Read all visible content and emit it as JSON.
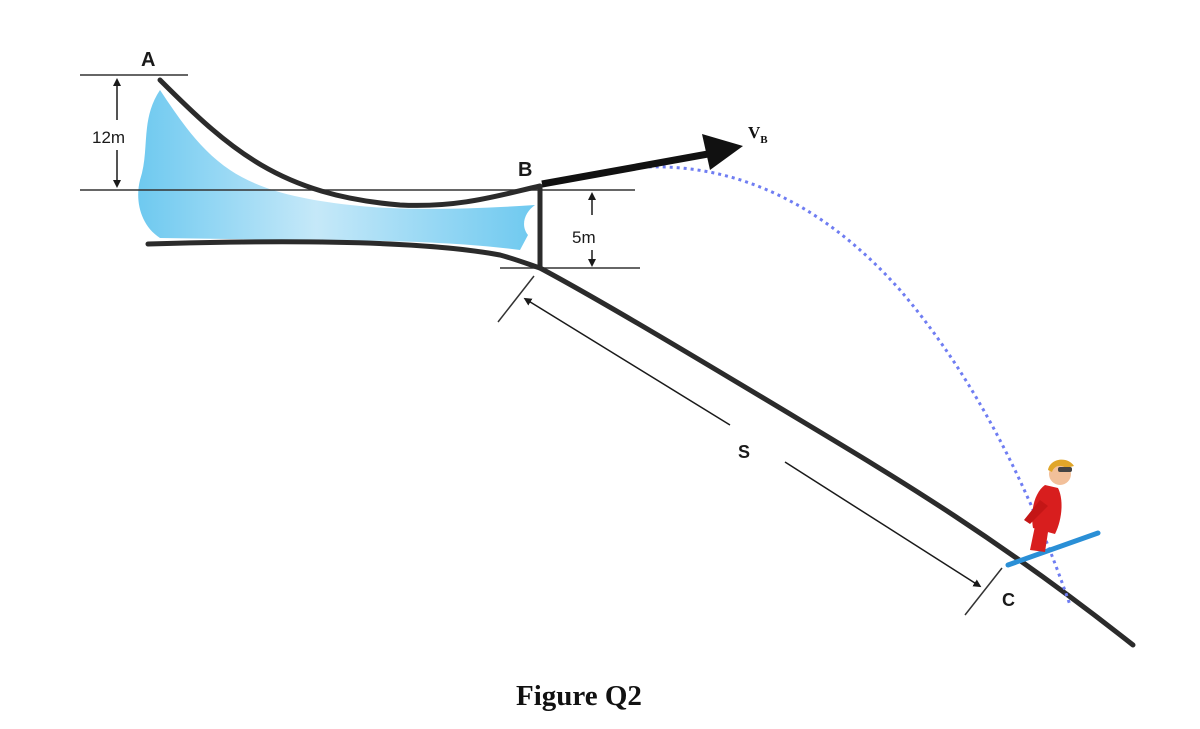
{
  "labels": {
    "point_a": "A",
    "point_b": "B",
    "point_c": "C",
    "velocity_main": "V",
    "velocity_sub": "B",
    "height_ab": "12m",
    "height_b": "5m",
    "slope_distance": "S"
  },
  "caption": "Figure Q2",
  "colors": {
    "ramp": "#2b2b2b",
    "water": "#5ec3ee",
    "trajectory": "#6f7df2",
    "skier_suit": "#d81e1e",
    "skis": "#2a8fd6"
  }
}
